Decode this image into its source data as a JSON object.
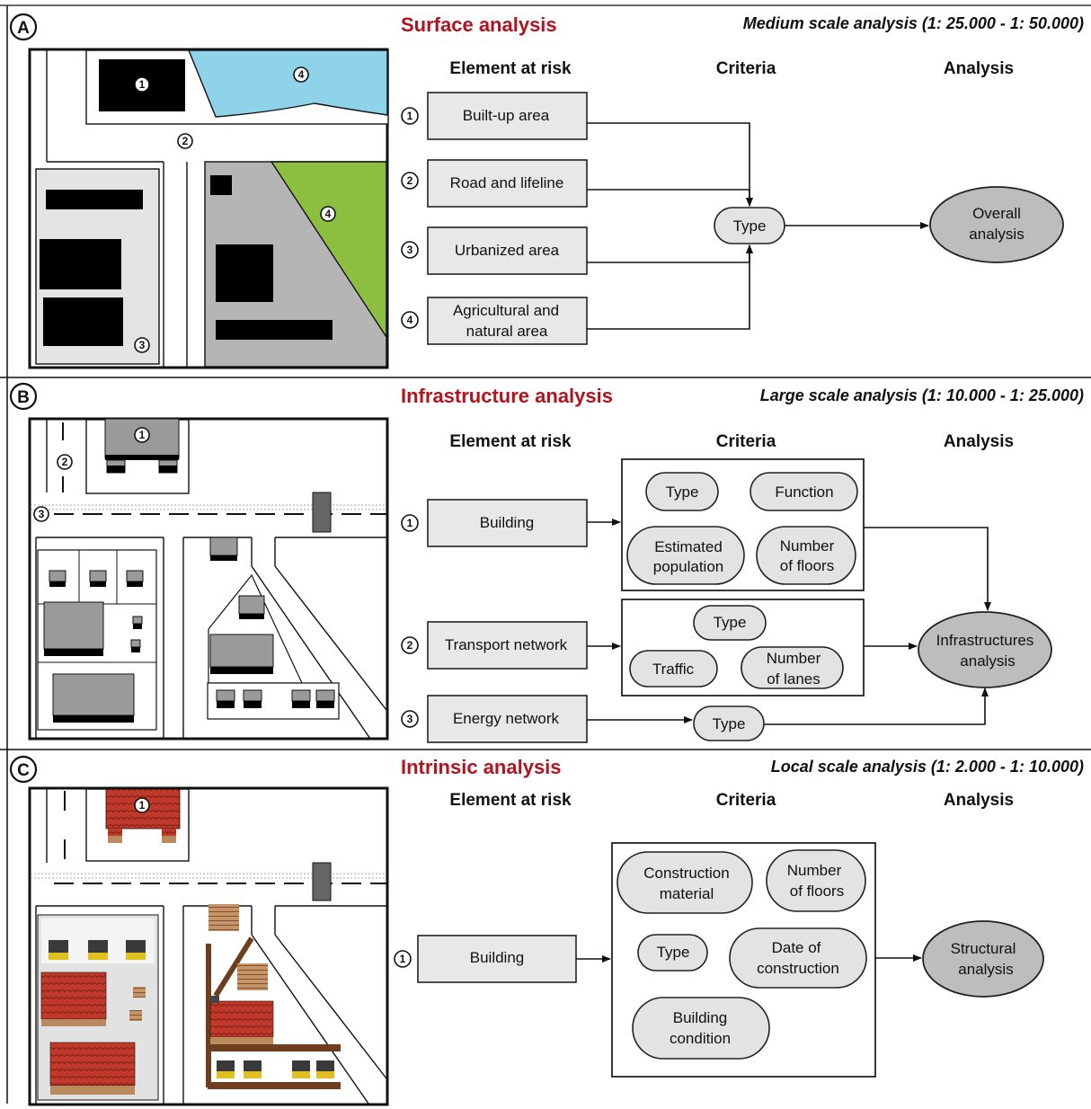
{
  "panels": [
    {
      "letter": "A",
      "title": "Surface analysis",
      "scale": "Medium scale analysis (1: 25.000 - 1: 50.000)",
      "headers": {
        "element": "Element at risk",
        "criteria": "Criteria",
        "analysis": "Analysis"
      },
      "elements": [
        {
          "num": "1",
          "label": "Built-up area"
        },
        {
          "num": "2",
          "label": "Road and lifeline"
        },
        {
          "num": "3",
          "label": "Urbanized area"
        },
        {
          "num": "4",
          "label_line1": "Agricultural and",
          "label_line2": "natural area"
        }
      ],
      "criteria": {
        "type": "Type"
      },
      "analysis": {
        "line1": "Overall",
        "line2": "analysis"
      },
      "map_numbers": [
        "1",
        "2",
        "3",
        "4",
        "4"
      ]
    },
    {
      "letter": "B",
      "title": "Infrastructure analysis",
      "scale": "Large scale analysis (1: 10.000 - 1: 25.000)",
      "headers": {
        "element": "Element at risk",
        "criteria": "Criteria",
        "analysis": "Analysis"
      },
      "elements": [
        {
          "num": "1",
          "label": "Building"
        },
        {
          "num": "2",
          "label": "Transport network"
        },
        {
          "num": "3",
          "label": "Energy network"
        }
      ],
      "building_criteria": {
        "type": "Type",
        "function": "Function",
        "estimated_population_1": "Estimated",
        "estimated_population_2": "population",
        "floors_1": "Number",
        "floors_2": "of floors"
      },
      "transport_criteria": {
        "type": "Type",
        "traffic": "Traffic",
        "lanes_1": "Number",
        "lanes_2": "of lanes"
      },
      "energy_criteria": {
        "type": "Type"
      },
      "analysis": {
        "line1": "Infrastructures",
        "line2": "analysis"
      },
      "map_numbers": [
        "1",
        "2",
        "3"
      ]
    },
    {
      "letter": "C",
      "title": "Intrinsic analysis",
      "scale": "Local scale analysis (1: 2.000 - 1: 10.000)",
      "headers": {
        "element": "Element at risk",
        "criteria": "Criteria",
        "analysis": "Analysis"
      },
      "elements": [
        {
          "num": "1",
          "label": "Building"
        }
      ],
      "criteria": {
        "material_1": "Construction",
        "material_2": "material",
        "floors_1": "Number",
        "floors_2": "of floors",
        "type": "Type",
        "date_1": "Date of",
        "date_2": "construction",
        "condition_1": "Building",
        "condition_2": "condition"
      },
      "analysis": {
        "line1": "Structural",
        "line2": "analysis"
      },
      "map_numbers": [
        "1"
      ]
    }
  ],
  "colors": {
    "title_red": "#b0141e",
    "water": "#8fd3ea",
    "vegetation": "#8cbf3f",
    "roof_red": "#c0392b",
    "criteria_gray": "#bdbdbd"
  }
}
